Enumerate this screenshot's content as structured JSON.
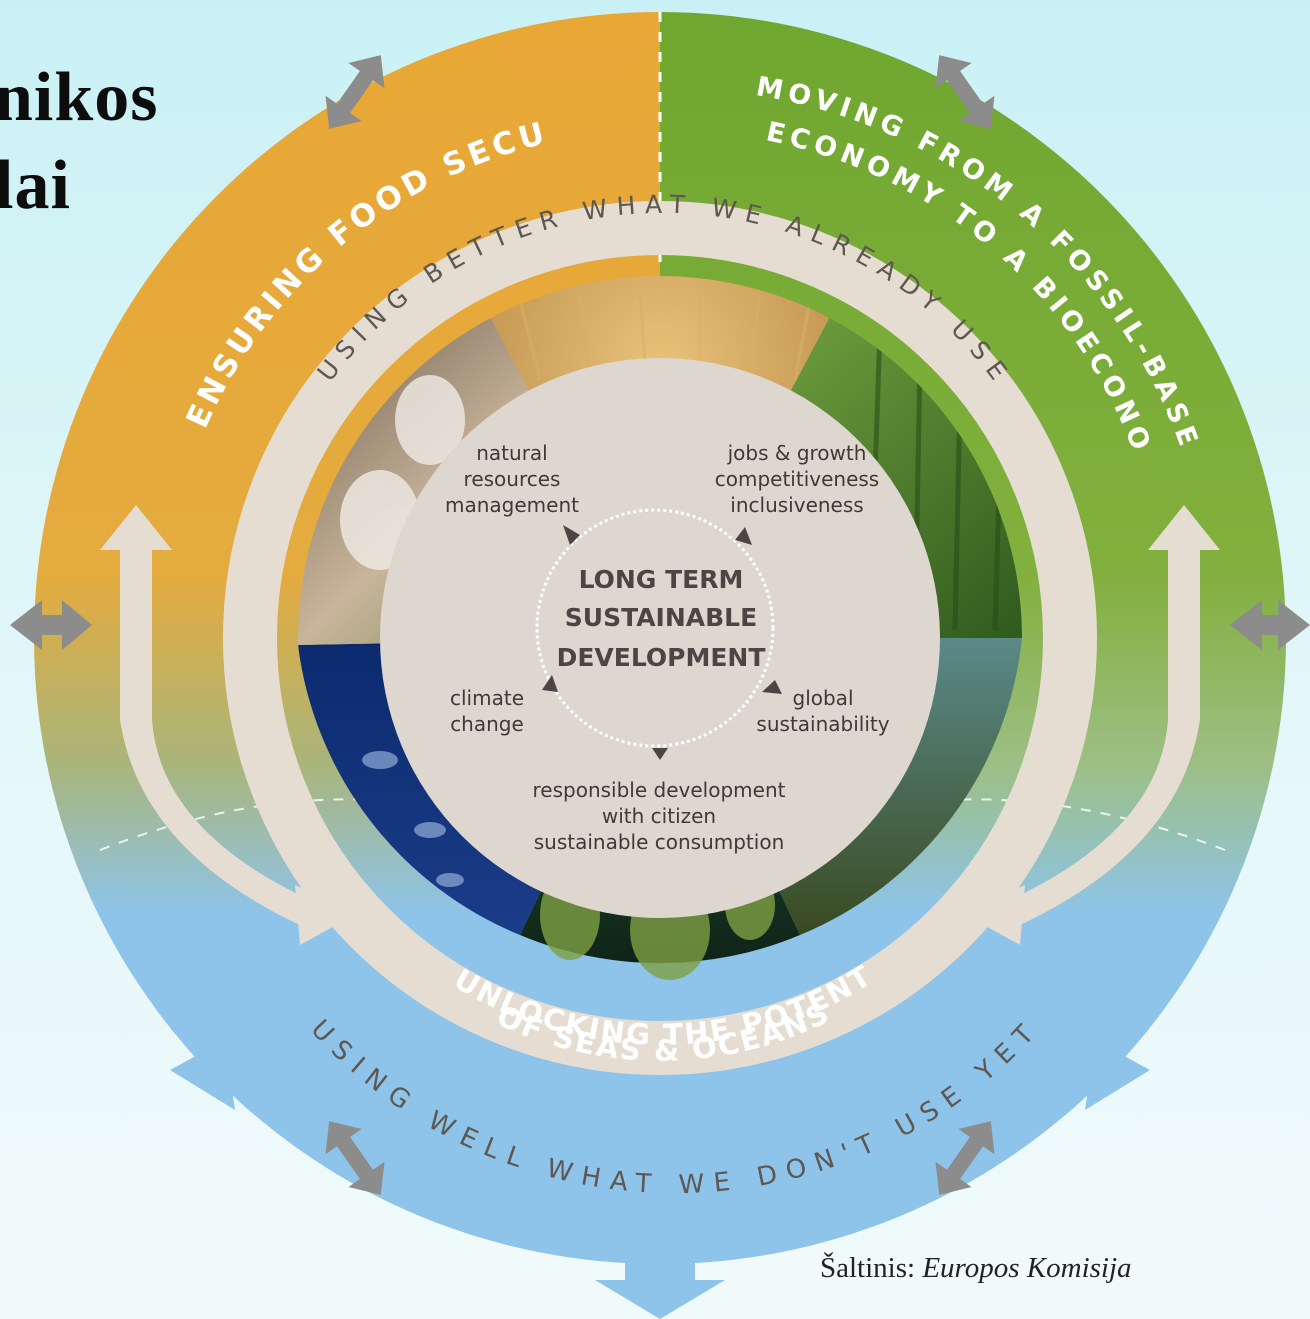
{
  "slide": {
    "title_line1": "nikos",
    "title_line2": "lai",
    "source_label": "Šaltinis:",
    "source_name": "Europos Komisija"
  },
  "diagram": {
    "quadrants": {
      "top_left": "ENSURING FOOD SECURITY",
      "top_right_line1": "MOVING FROM A FOSSIL-BASED",
      "top_right_line2": "ECONOMY TO A BIOECONOMY",
      "bottom_line1": "UNLOCKING THE POTENTIAL",
      "bottom_line2": "OF SEAS & OCEANS"
    },
    "ring_texts": {
      "inner_top": "USING BETTER WHAT WE ALREADY USE",
      "outer_bottom": "USING WELL WHAT WE DON'T USE YET"
    },
    "center": {
      "line1": "LONG TERM",
      "line2": "SUSTAINABLE",
      "line3": "DEVELOPMENT"
    },
    "themes": {
      "natural_resources": [
        "natural",
        "resources",
        "management"
      ],
      "jobs_growth": [
        "jobs & growth",
        "competitiveness",
        "inclusiveness"
      ],
      "climate": [
        "climate",
        "change"
      ],
      "global": [
        "global",
        "sustainability"
      ],
      "responsible": [
        "responsible development",
        "with citizen",
        "sustainable consumption"
      ]
    },
    "colors": {
      "food_orange": "#e8a83a",
      "fossil_green": "#7fae3a",
      "seas_blue": "#8ec4e9",
      "ring_beige": "#e6ddd2",
      "center_beige": "#ded7cf",
      "arrow_grey": "#8c8c8c"
    },
    "photo_segments": [
      "wheat field",
      "forest",
      "kelp forest",
      "coral reef",
      "fish underwater",
      "cows"
    ]
  }
}
